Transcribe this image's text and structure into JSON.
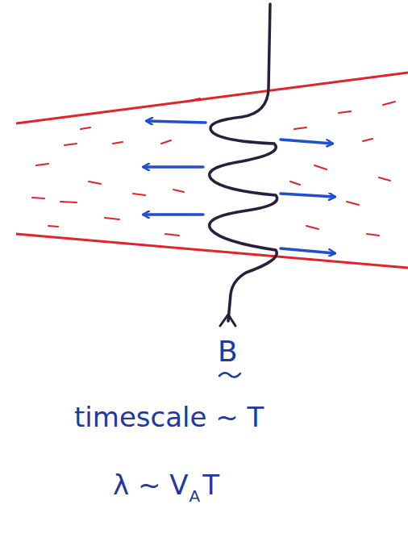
{
  "diagram": {
    "labels": [
      "B",
      "timescale ~ T",
      "λ ~ V",
      "A",
      "T"
    ]
  }
}
